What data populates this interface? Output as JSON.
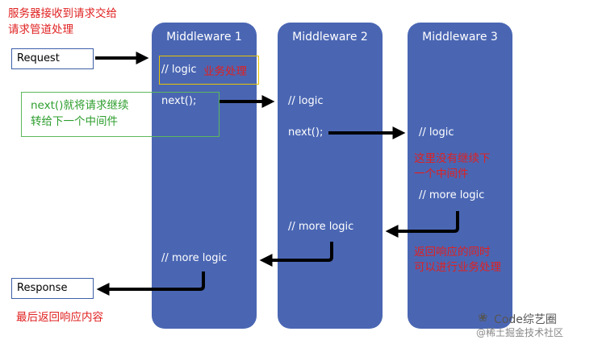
{
  "columns": [
    {
      "title": "Middleware 1"
    },
    {
      "title": "Middleware 2"
    },
    {
      "title": "Middleware 3"
    }
  ],
  "boxes": {
    "request": "Request",
    "response": "Response"
  },
  "code": {
    "mw1_logic": "// logic",
    "mw1_next": "next();",
    "mw1_more": "// more logic",
    "mw2_logic": "// logic",
    "mw2_next": "next();",
    "mw2_more": "// more logic",
    "mw3_logic": "// logic",
    "mw3_more": "// more logic"
  },
  "annotations": {
    "server_receive_line1": "服务器接收到请求交给",
    "server_receive_line2": "请求管道处理",
    "business": "业务处理",
    "next_line1": "next()就将请求继续",
    "next_line2": "转给下一个中间件",
    "no_next_line1": "这里没有继续下",
    "no_next_line2": "一个中间件",
    "return_line1": "返回响应的同时",
    "return_line2": "可以进行业务处理",
    "final_return": "最后返回响应内容"
  },
  "watermark": {
    "line1": "Code综艺圈",
    "line2": "@稀土掘金技术社区"
  },
  "colors": {
    "column": "#4a66b3",
    "annotation_red": "#e02020",
    "annotation_green": "#2e9e2e",
    "highlight_yellow": "#e6c200"
  }
}
